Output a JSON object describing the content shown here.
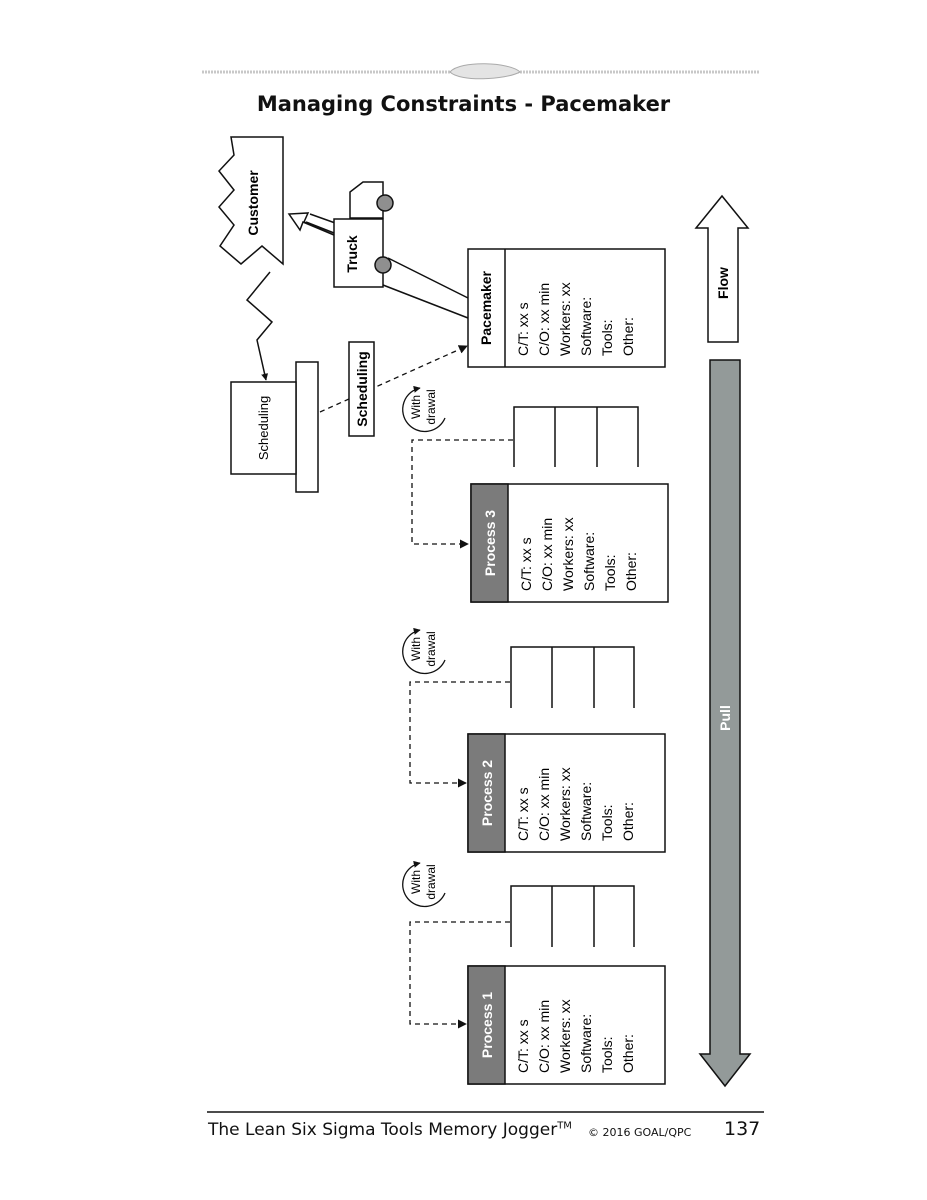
{
  "page": {
    "title": "Managing Constraints - Pacemaker",
    "footer_book": "The Lean Six Sigma Tools Memory Jogger",
    "footer_tm": "TM",
    "footer_copyright": "© 2016 GOAL/QPC",
    "page_number": "137"
  },
  "diagram": {
    "customer_label": "Customer",
    "truck_label": "Truck",
    "scheduling_box_label": "Scheduling",
    "scheduling_arrow_label": "Scheduling",
    "flow_label": "Flow",
    "pull_label": "Pull",
    "withdrawal_line1": "With",
    "withdrawal_line2": "drawal",
    "pacemaker": {
      "title": "Pacemaker",
      "lines": [
        "C/T: xx s",
        "C/O: xx min",
        "Workers: xx",
        "Software:",
        "Tools:",
        "Other:"
      ]
    },
    "processes": [
      {
        "title": "Process 3",
        "lines": [
          "C/T: xx s",
          "C/O: xx min",
          "Workers: xx",
          "Software:",
          "Tools:",
          "Other:"
        ]
      },
      {
        "title": "Process 2",
        "lines": [
          "C/T: xx s",
          "C/O: xx min",
          "Workers: xx",
          "Software:",
          "Tools:",
          "Other:"
        ]
      },
      {
        "title": "Process 1",
        "lines": [
          "C/T: xx s",
          "C/O: xx min",
          "Workers: xx",
          "Software:",
          "Tools:",
          "Other:"
        ]
      }
    ],
    "colors": {
      "process_header": "#7b7b7b",
      "pull_arrow": "#939a99",
      "line": "#111111"
    }
  }
}
